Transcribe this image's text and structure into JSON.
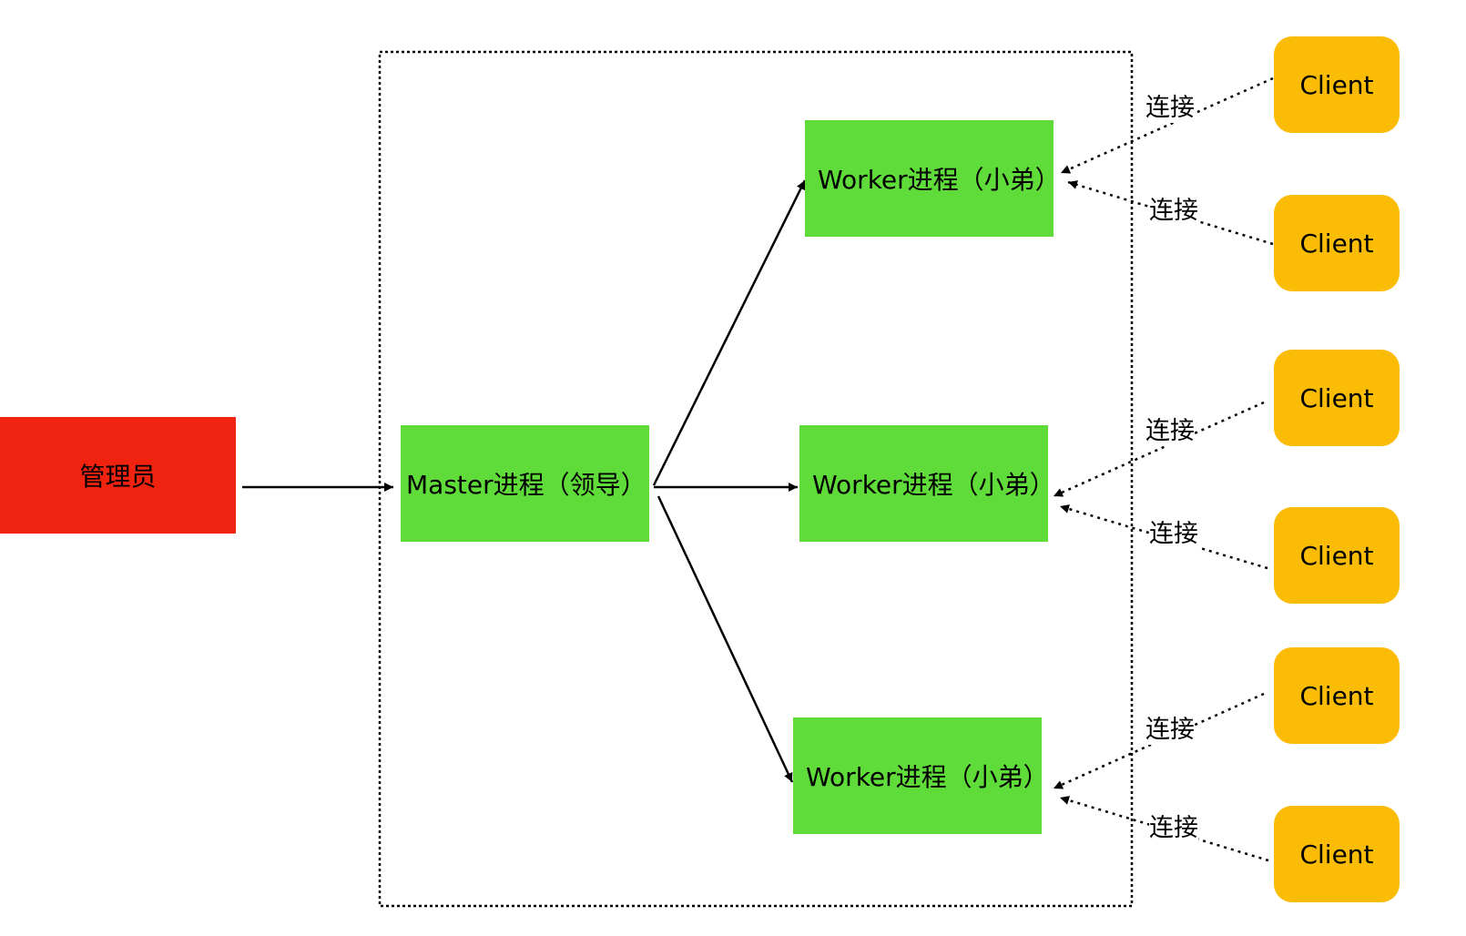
{
  "colors": {
    "admin_fill": "#F02311",
    "process_fill": "#5FDB3A",
    "client_fill": "#FBBC05",
    "line": "#000000"
  },
  "nodes": {
    "admin": "管理员",
    "master": "Master进程（领导）",
    "workers": [
      "Worker进程（小弟）",
      "Worker进程（小弟）",
      "Worker进程（小弟）"
    ],
    "clients": [
      "Client",
      "Client",
      "Client",
      "Client",
      "Client",
      "Client"
    ]
  },
  "edges": {
    "connect_labels": [
      "连接",
      "连接",
      "连接",
      "连接",
      "连接",
      "连接"
    ]
  }
}
